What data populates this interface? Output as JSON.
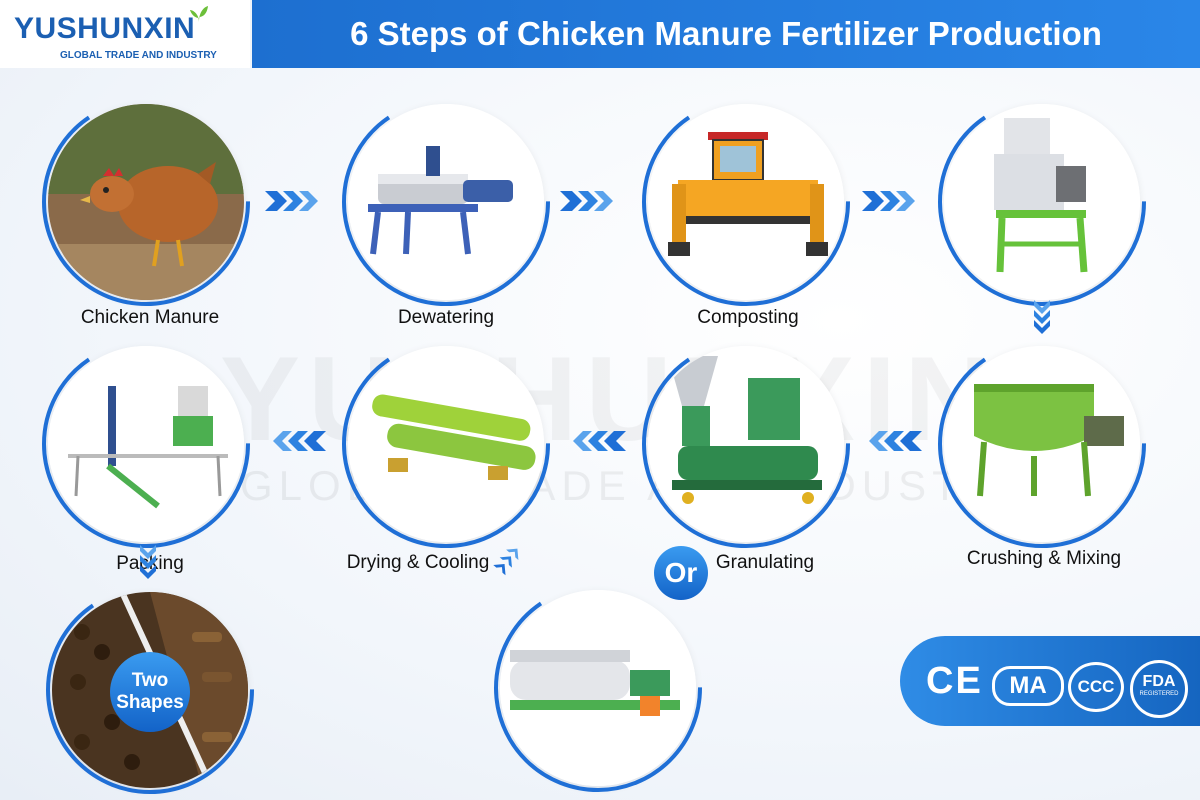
{
  "header": {
    "logo_text": "YUSHUNXIN",
    "logo_sub": "GLOBAL TRADE AND INDUSTRY",
    "title": "6 Steps of Chicken Manure Fertilizer Production"
  },
  "watermark": {
    "main": "YUSHUNXIN",
    "sub": "GLOBAL TRADE AND INDUSTRY"
  },
  "steps": [
    {
      "label": "Chicken Manure"
    },
    {
      "label": "Dewatering"
    },
    {
      "label": "Composting"
    },
    {
      "label": "Crushing & Mixing"
    },
    {
      "label": "Granulating"
    },
    {
      "label": "Drying & Cooling"
    },
    {
      "label": "Packing"
    }
  ],
  "or_badge": "Or",
  "two_shapes": {
    "line1": "Two",
    "line2": "Shapes"
  },
  "certifications": [
    "CE",
    "MA",
    "CCC",
    "FDA"
  ],
  "fda_sub": "REGISTERED",
  "colors": {
    "brand_blue": "#1d6fd0",
    "ring_blue": "#1f6fd6",
    "machine_green": "#7cc242",
    "machine_yellow": "#f5a623"
  }
}
